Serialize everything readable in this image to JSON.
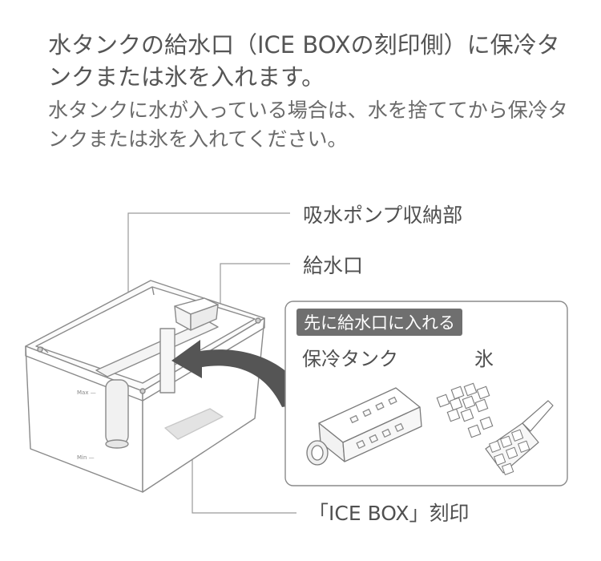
{
  "instruction": {
    "heading": "水タンクの給水口（ICE BOXの刻印側）に保冷タンクまたは氷を入れます。",
    "note": "水タンクに水が入っている場合は、水を捨ててから保冷タンクまたは氷を入れてください。"
  },
  "callouts": {
    "pump_housing": "吸水ポンプ収納部",
    "water_inlet": "給水口",
    "ice_box_mark": "「ICE BOX」刻印"
  },
  "inset": {
    "badge": "先に給水口に入れる",
    "cold_tank_label": "保冷タンク",
    "ice_label": "氷"
  },
  "tank_markings": {
    "max": "Max —",
    "min": "Min —"
  }
}
